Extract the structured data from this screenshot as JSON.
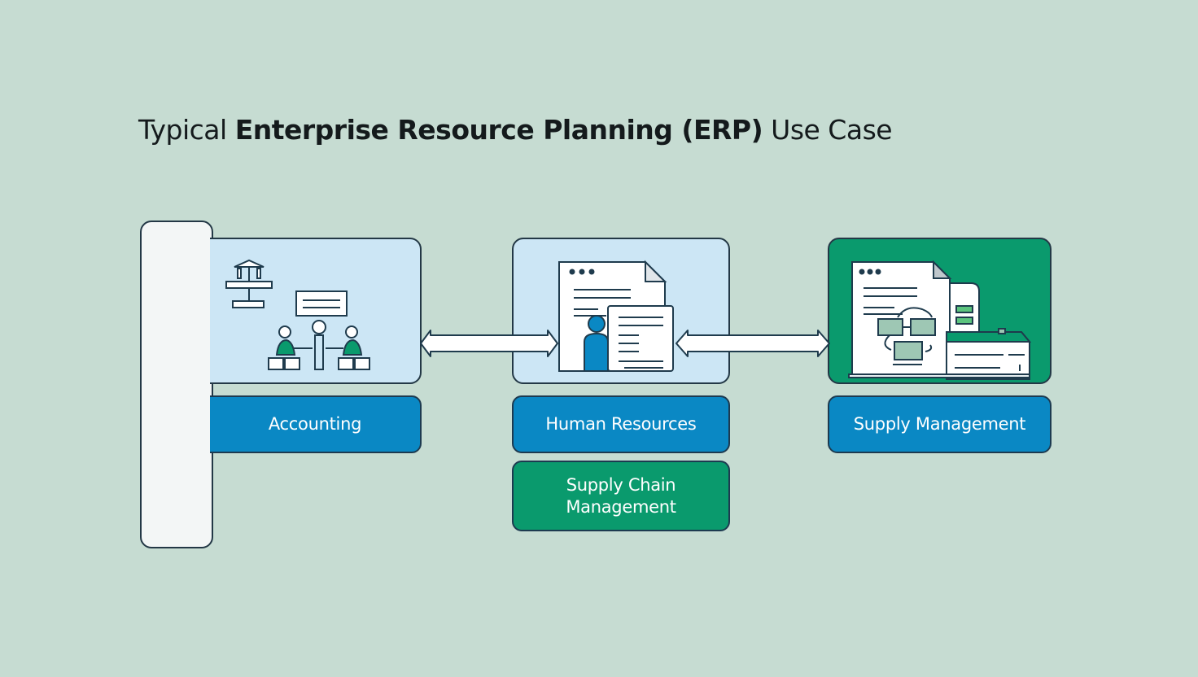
{
  "title": {
    "prefix": "Typical",
    "bold": "Enterprise Resource Planning (ERP)",
    "suffix": "Use Case"
  },
  "modules": [
    {
      "id": "accounting",
      "label": "Accounting",
      "icon": "meeting-accounting-icon",
      "panel_color": "#cce6f5",
      "label_color": "#0a88c4"
    },
    {
      "id": "human-resources",
      "label": "Human Resources",
      "icon": "employee-document-icon",
      "panel_color": "#cce6f5",
      "label_color": "#0a88c4"
    },
    {
      "id": "supply-management",
      "label": "Supply Management",
      "icon": "supply-workflow-icon",
      "panel_color": "#0a9a6d",
      "label_color": "#0a88c4"
    }
  ],
  "extra_module": {
    "label_line1": "Supply Chain",
    "label_line2": "Management",
    "color": "#0a9a6d"
  },
  "connectors": [
    {
      "from": "accounting",
      "to": "human-resources",
      "type": "bidirectional-arrow"
    },
    {
      "from": "human-resources",
      "to": "supply-management",
      "type": "bidirectional-arrow"
    }
  ],
  "colors": {
    "background": "#c6dcd2",
    "outline": "#233846",
    "blue": "#0a88c4",
    "green": "#0a9a6d",
    "light_blue": "#cce6f5"
  }
}
